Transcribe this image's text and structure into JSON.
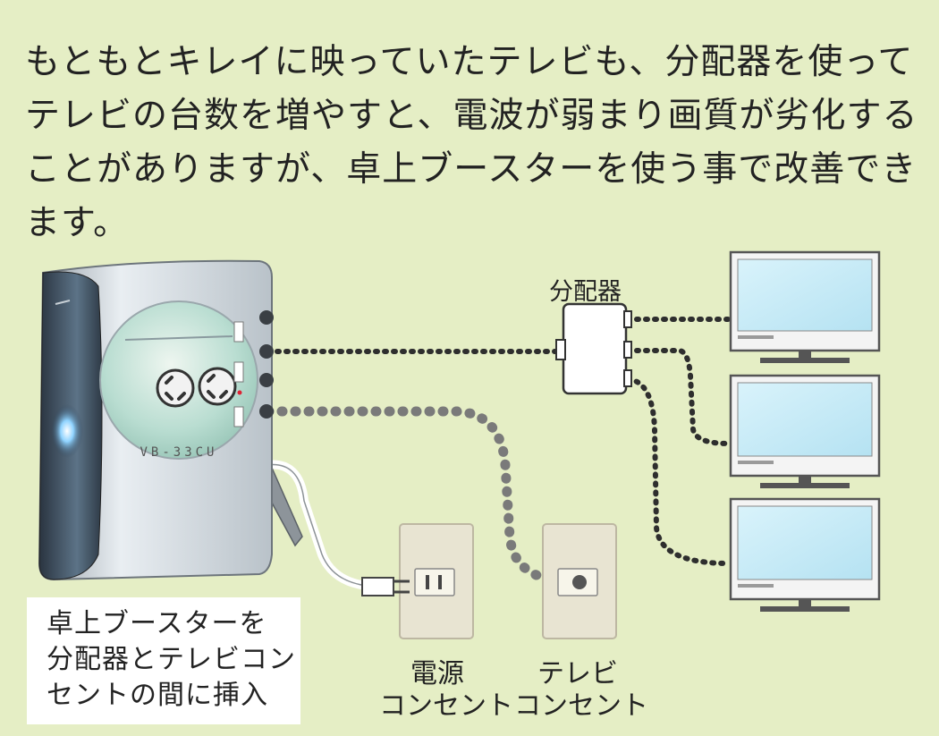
{
  "headline": "もともとキレイに映っていたテレビも、分配器を使ってテレビの台数を増やすと、電波が弱まり画質が劣化することがありますが、卓上ブースターを使う事で改善できます。",
  "booster": {
    "model": "VB-33CU"
  },
  "splitter_label": "分配器",
  "caption_lines": [
    "卓上ブースターを",
    "分配器とテレビコン",
    "セントの間に挿入"
  ],
  "power_outlet_label": [
    "電源",
    "コンセント"
  ],
  "tv_outlet_label": [
    "テレビ",
    "コンセント"
  ],
  "colors": {
    "background": "#e5eec5",
    "cable": "#333333",
    "signal_cable": "#7a7a7a",
    "screen": "#c9ecf8",
    "led": "#8fd3ff"
  }
}
